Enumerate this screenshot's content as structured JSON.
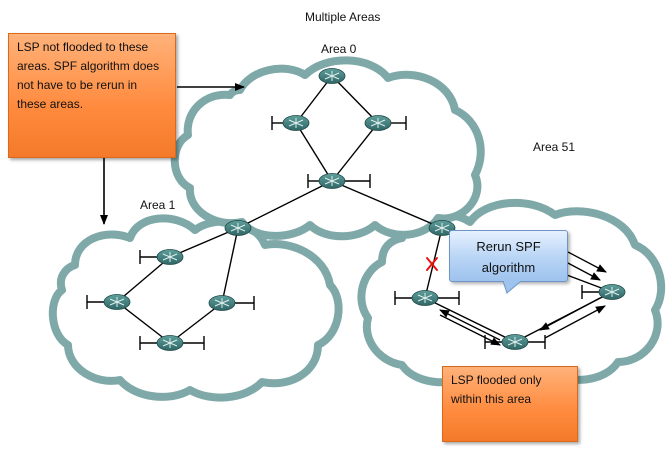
{
  "title": "Multiple Areas",
  "areas": {
    "area0": "Area 0",
    "area1": "Area 1",
    "area51": "Area 51"
  },
  "callouts": {
    "not_flooded": "LSP not flooded to these\nareas. SPF algorithm does\nnot have to be rerun in\nthese areas.",
    "flooded_only": "LSP flooded only\nwithin this area",
    "rerun_spf": "Rerun SPF\nalgorithm"
  },
  "colors": {
    "cloud_fill": "#ffffff",
    "cloud_stroke": "#7fa9a8",
    "link": "#000000",
    "router": "#3c7775",
    "callout_orange": "#ff8a3d",
    "speech_blue": "#b7d4f5",
    "failure_mark": "#e8140c"
  }
}
